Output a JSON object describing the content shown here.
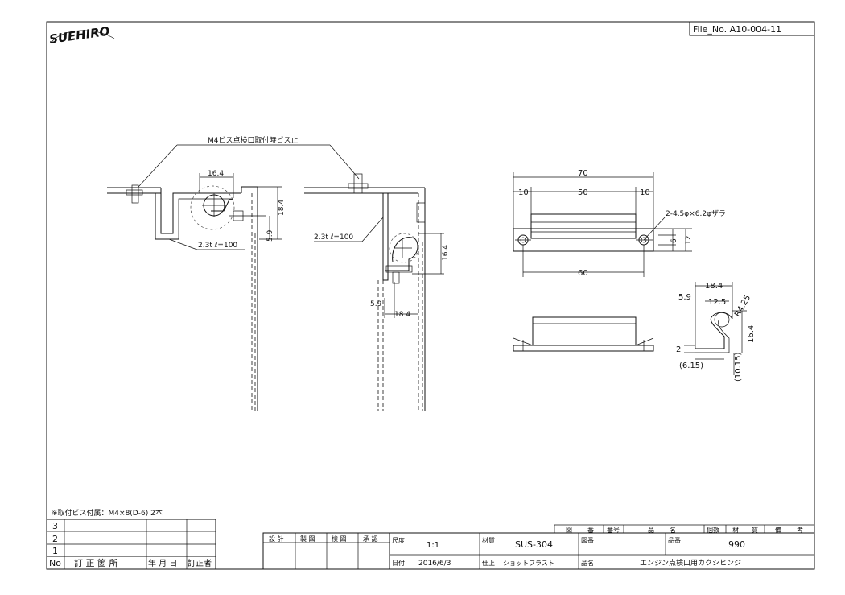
{
  "title_block": {
    "logo": "SUEHIRO",
    "file_no": "File_No.  A10-004-11"
  },
  "callouts": {
    "screw_note": "M4ビス点検口取付時ビス止",
    "plate_left": "2.3t ℓ=100",
    "plate_right": "2.3t ℓ=100",
    "hole_note": "2-4.5φ×6.2φザラ"
  },
  "dimensions": {
    "left_16_4": "16.4",
    "left_18_4": "18.4",
    "left_5_9": "5.9",
    "right_16_4": "16.4",
    "right_5_9": "5.9",
    "right_18_4": "18.4",
    "top_70": "70",
    "top_10a": "10",
    "top_50": "50",
    "top_10b": "10",
    "top_60": "60",
    "top_6": "6",
    "top_12": "12",
    "det_18_4": "18.4",
    "det_12_5": "12.5",
    "det_5_9": "5.9",
    "det_r": "R4.25",
    "det_16_4": "16.4",
    "det_2": "2",
    "det_6_15": "(6.15)",
    "det_10_15": "(10.15)"
  },
  "note_screws": "※取付ビス付属：M4×8(D-6) 2本",
  "revision_table": {
    "rows": [
      "3",
      "2",
      "1"
    ],
    "headers": [
      "No",
      "訂 正 箇 所",
      "年 月 日",
      "訂正者"
    ]
  },
  "approvals": [
    "設 計",
    "製 図",
    "検 図",
    "承 認"
  ],
  "info": {
    "scale_label": "尺度",
    "scale_value": "1:1",
    "date_label": "日付",
    "date_value": "2016/6/3",
    "material_label": "材質",
    "material_value": "SUS-304",
    "finish_label": "仕上",
    "finish_value": "ショットブラスト",
    "drawing_label": "図番",
    "product_code_label": "品番",
    "product_code_value": "990",
    "product_name_label": "品名",
    "product_name_value": "エンジン点検口用カクシヒンジ"
  },
  "parts_header": [
    "図",
    "番",
    "番号",
    "品",
    "名",
    "個数",
    "材",
    "質",
    "備",
    "考"
  ]
}
